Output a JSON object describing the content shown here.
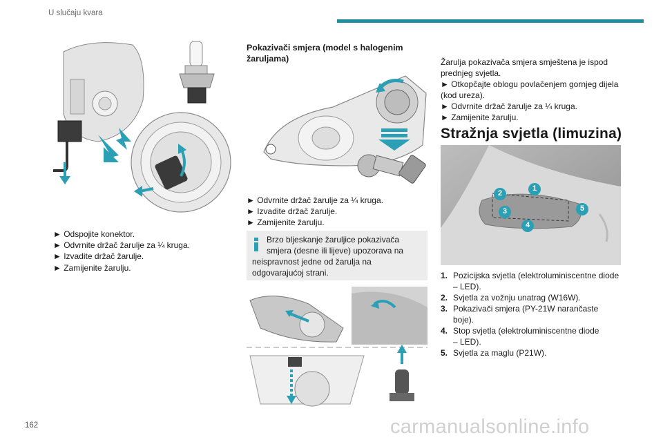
{
  "header": {
    "section": "U slučaju kvara"
  },
  "page_number": "162",
  "watermark": "carmanualsonline.info",
  "col1": {
    "steps": [
      "► Odspojite konektor.",
      "► Odvrnite držač žarulje za ¼ kruga.",
      "► Izvadite držač žarulje.",
      "► Zamijenite žarulju."
    ]
  },
  "col2": {
    "heading_line1": "Pokazivači smjera (model s halogenim",
    "heading_line2": "žaruljama)",
    "steps": [
      "► Odvrnite držač žarulje za ¼ kruga.",
      "► Izvadite držač žarulje.",
      "► Zamijenite žarulju."
    ],
    "note_line1": "Brzo bljeskanje žaruljice pokazivača",
    "note_line2": "smjera (desne ili lijeve) upozorava na",
    "note_line3": "neispravnost jedne od žarulja na",
    "note_line4": "odgovarajućoj strani."
  },
  "col3": {
    "intro": [
      "Žarulja pokazivača smjera smještena je ispod",
      "prednjeg svjetla.",
      "► Otkopčajte oblogu povlačenjem gornjeg dijela",
      "(kod ureza).",
      "► Odvrnite držač žarulje za ¼ kruga.",
      "► Zamijenite žarulju."
    ],
    "section_title": "Stražnja svjetla (limuzina)",
    "callouts": [
      "1",
      "2",
      "3",
      "4",
      "5"
    ],
    "list": [
      {
        "num": "1.",
        "line1": "Pozicijska svjetla (elektroluminiscentne diode",
        "line2": "– LED)."
      },
      {
        "num": "2.",
        "line1": "Svjetla za vožnju unatrag (W16W).",
        "line2": ""
      },
      {
        "num": "3.",
        "line1": "Pokazivači smjera (PY-21W narančaste",
        "line2": "boje)."
      },
      {
        "num": "4.",
        "line1": "Stop svjetla (elektroluminiscentne diode",
        "line2": "– LED)."
      },
      {
        "num": "5.",
        "line1": "Svjetla za maglu (P21W).",
        "line2": ""
      }
    ]
  },
  "colors": {
    "accent": "#1d8ea0",
    "arrow": "#2b9fb3",
    "note_bg": "#ececec"
  }
}
